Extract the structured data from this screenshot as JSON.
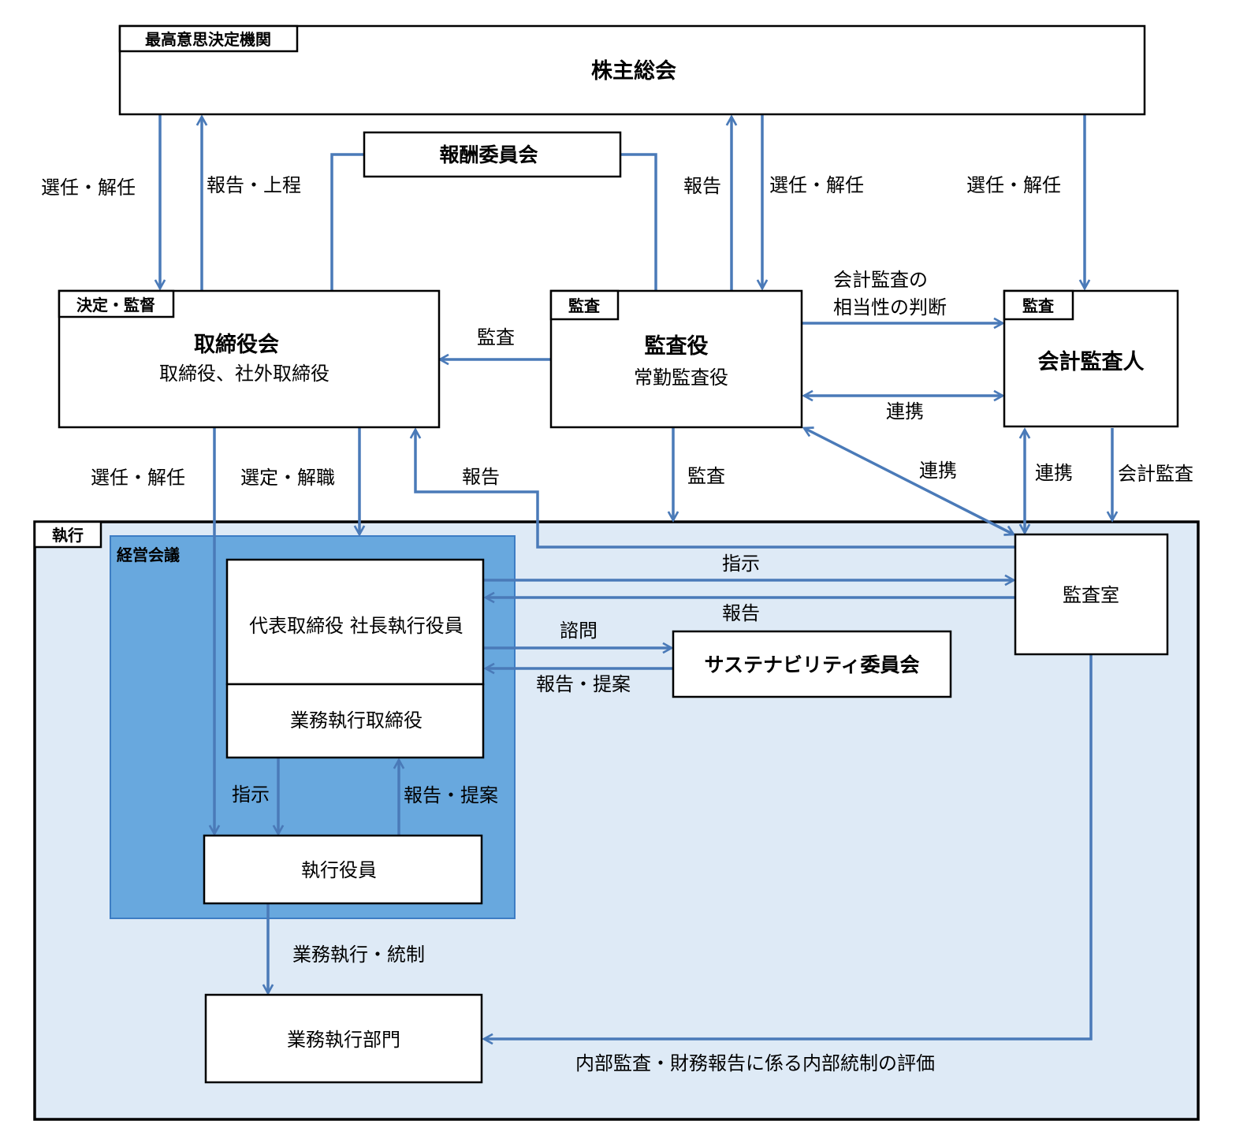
{
  "colors": {
    "edge": "#4a7ab8",
    "executive_area_fill": "#deeaf6",
    "management_meeting_fill": "#68a8de"
  },
  "tags": {
    "shareholders": "最高意思決定機関",
    "board": "決定・監督",
    "auditor": "監査",
    "accounting_auditor": "監査",
    "executive": "執行",
    "management_meeting": "経営会議"
  },
  "nodes": {
    "shareholders": "株主総会",
    "compensation_committee": "報酬委員会",
    "board_title": "取締役会",
    "board_sub": "取締役、社外取締役",
    "auditor_title": "監査役",
    "auditor_sub": "常勤監査役",
    "accounting_auditor": "会計監査人",
    "president": "代表取締役 社長執行役員",
    "executive_directors": "業務執行取締役",
    "executive_officers": "執行役員",
    "sustainability_committee": "サステナビリティ委員会",
    "internal_audit": "監査室",
    "business_division": "業務執行部門"
  },
  "edges": {
    "sh_to_board": "選任・解任",
    "board_to_sh": "報告・上程",
    "auditor_to_sh": "報告",
    "sh_to_auditor": "選任・解任",
    "sh_to_acc": "選任・解任",
    "acc_judgment_line1": "会計監査の",
    "acc_judgment_line2": "相当性の判断",
    "auditor_to_board": "監査",
    "auditor_acc_coop": "連携",
    "board_to_officers": "選任・解任",
    "board_to_meeting": "選定・解職",
    "audit_room_to_board": "報告",
    "auditor_to_exec": "監査",
    "auditor_audit_room_coop": "連携",
    "acc_audit_room_coop": "連携",
    "acc_to_exec": "会計監査",
    "president_to_audit_room": "指示",
    "audit_room_to_president": "報告",
    "president_to_sustain": "諮問",
    "sustain_to_president": "報告・提案",
    "directors_to_officers": "指示",
    "officers_to_directors": "報告・提案",
    "officers_to_division": "業務執行・統制",
    "audit_room_to_division": "内部監査・財務報告に係る内部統制の評価"
  }
}
